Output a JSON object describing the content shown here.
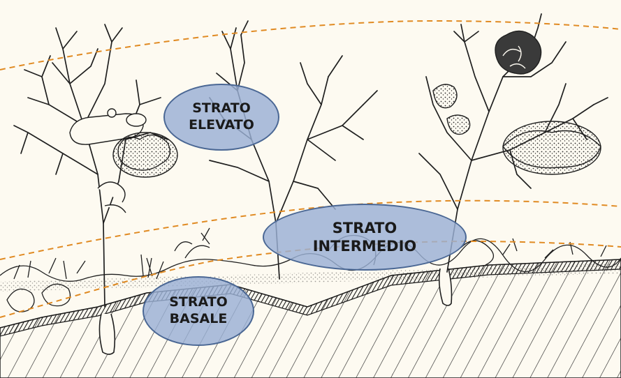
{
  "colors": {
    "background": "#fdfaf1",
    "ink": "#2a2a2a",
    "boundary_dash": "#e08a22",
    "ellipse_fill": "#9ab0d4",
    "ellipse_border": "#4a6794"
  },
  "labels": {
    "elevato": {
      "line1": "STRATO",
      "line2": "ELEVATO"
    },
    "intermedio": {
      "line1": "STRATO",
      "line2": "INTERMEDIO"
    },
    "basale": {
      "line1": "STRATO",
      "line2": "BASALE"
    }
  }
}
